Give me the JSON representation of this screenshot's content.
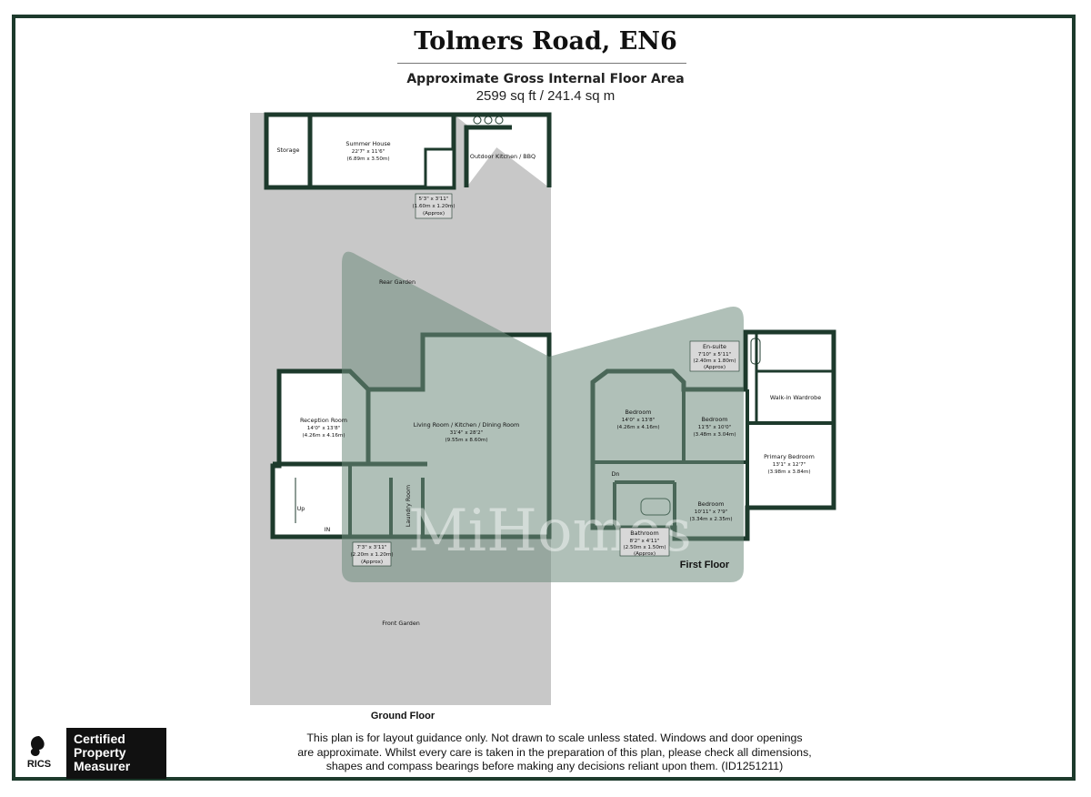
{
  "header": {
    "title": "Tolmers Road, EN6",
    "subtitle": "Approximate Gross Internal Floor Area",
    "area": "2599 sq ft / 241.4 sq m"
  },
  "watermark": "MiHomes",
  "ground_floor": {
    "label": "Ground Floor",
    "storage": "Storage",
    "summer_house": {
      "name": "Summer House",
      "dim_imperial": "22'7\" x 11'6\"",
      "dim_metric": "(6.89m x 3.50m)"
    },
    "outdoor_kitchen": "Outdoor Kitchen / BBQ",
    "wc_garden": {
      "dim_imperial": "5'3\" x 3'11\"",
      "dim_metric": "(1.60m x 1.20m)",
      "note": "(Approx)"
    },
    "rear_garden": "Rear Garden",
    "reception": {
      "name": "Reception Room",
      "dim_imperial": "14'0\" x 13'8\"",
      "dim_metric": "(4.26m x 4.16m)"
    },
    "living": {
      "name": "Living Room / Kitchen / Dining Room",
      "dim_imperial": "31'4\" x 28'2\"",
      "dim_metric": "(9.55m x 8.60m)"
    },
    "laundry": "Laundry Room",
    "up": "Up",
    "in": "IN",
    "wc_ground": {
      "dim_imperial": "7'3\" x 3'11\"",
      "dim_metric": "(2.20m x 1.20m)",
      "note": "(Approx)"
    },
    "front_garden": "Front Garden"
  },
  "first_floor": {
    "label": "First Floor",
    "ensuite": {
      "name": "En-suite",
      "dim_imperial": "7'10\" x 5'11\"",
      "dim_metric": "(2.40m x 1.80m)",
      "note": "(Approx)"
    },
    "walkin": "Walk-in Wardrobe",
    "bedroom1": {
      "name": "Bedroom",
      "dim_imperial": "14'0\" x 13'8\"",
      "dim_metric": "(4.26m x 4.16m)"
    },
    "bedroom2": {
      "name": "Bedroom",
      "dim_imperial": "11'5\" x 10'0\"",
      "dim_metric": "(3.48m x 3.04m)"
    },
    "primary": {
      "name": "Primary Bedroom",
      "dim_imperial": "13'1\" x 12'7\"",
      "dim_metric": "(3.98m x 3.84m)"
    },
    "bedroom3": {
      "name": "Bedroom",
      "dim_imperial": "10'11\" x 7'9\"",
      "dim_metric": "(3.34m x 2.35m)"
    },
    "bathroom": {
      "name": "Bathroom",
      "dim_imperial": "8'2\" x 4'11\"",
      "dim_metric": "(2.50m x 1.50m)",
      "note": "(Approx)"
    },
    "dn": "Dn"
  },
  "footer": {
    "disclaimer_1": "This plan is for layout guidance only. Not drawn to scale unless stated. Windows and door openings",
    "disclaimer_2": "are approximate. Whilst every care is taken in the preparation of this plan, please check all dimensions,",
    "disclaimer_3": "shapes and compass bearings before making any decisions reliant upon them. (ID1251211)",
    "rics": "RICS",
    "badge_1": "Certified",
    "badge_2": "Property",
    "badge_3": "Measurer"
  },
  "colors": {
    "wall": "#1d3a2c",
    "garden": "#c8c8c8",
    "overlay": "#7f9a8c",
    "frame": "#1d3a2c"
  }
}
